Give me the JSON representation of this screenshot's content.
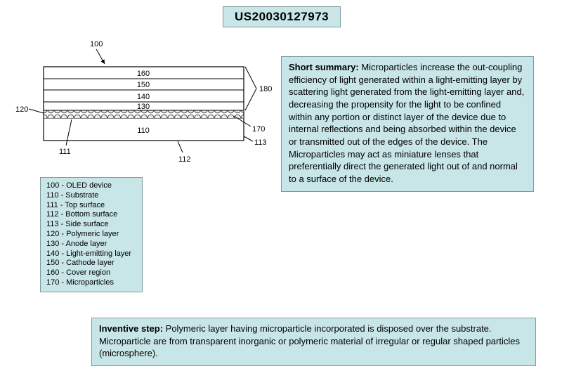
{
  "title": "US20030127973",
  "colors": {
    "box_background": "#c8e5e7",
    "box_border": "#7f9a9a",
    "diagram_stroke": "#000000"
  },
  "diagram": {
    "labels": {
      "l100": "100",
      "l110": "110",
      "l111": "111",
      "l112": "112",
      "l113": "113",
      "l120": "120",
      "l130": "130",
      "l140": "140",
      "l150": "150",
      "l160": "160",
      "l170": "170",
      "l180": "180"
    }
  },
  "legend": {
    "items": [
      "100 - OLED device",
      "110 - Substrate",
      "111 - Top surface",
      "112 - Bottom surface",
      "113 - Side surface",
      "120 - Polymeric layer",
      "130 - Anode layer",
      "140 - Light-emitting layer",
      "150 - Cathode layer",
      "160 - Cover region",
      "170 - Microparticles"
    ]
  },
  "summary": {
    "heading": "Short summary:",
    "body": " Microparticles increase the out-coupling efficiency of light generated within a light-emitting layer by scattering light generated from the light-emitting layer and, decreasing the propensity for the light to be confined within any portion or distinct layer of the device due to internal reflections and being absorbed within the device or transmitted out of the edges of the device. The Microparticles may act as miniature lenses that preferentially direct the generated light out of and normal to a surface of the device."
  },
  "inventive": {
    "heading": "Inventive step:",
    "body": " Polymeric layer having microparticle incorporated is disposed over the substrate. Microparticle are from transparent inorganic or polymeric material of irregular or regular shaped particles (microsphere)."
  }
}
